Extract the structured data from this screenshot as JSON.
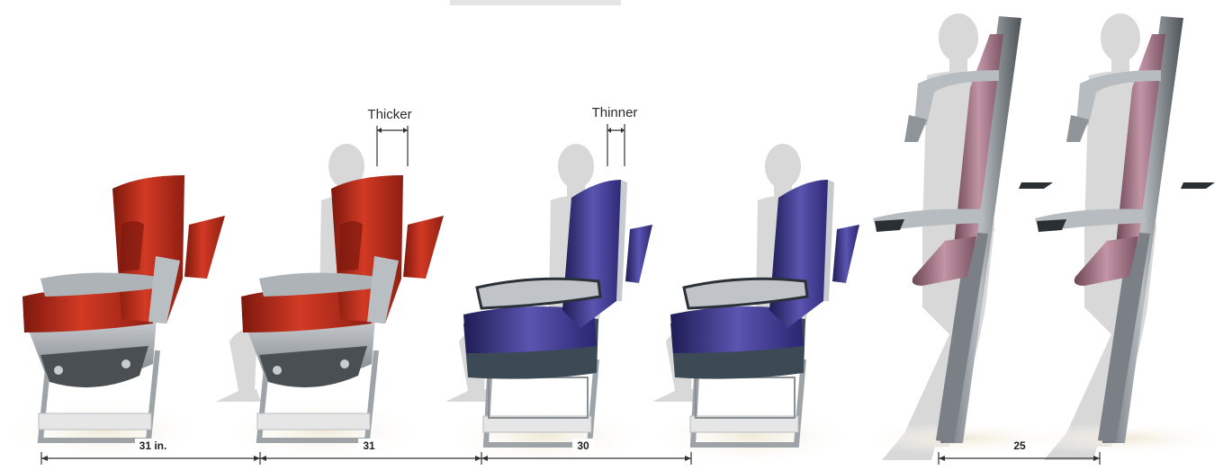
{
  "callouts": {
    "thicker": "Thicker",
    "thinner": "Thinner"
  },
  "measurements": {
    "first": "31 in.",
    "second": "31",
    "third": "30",
    "fourth": "25"
  },
  "colors": {
    "seat_red": "#c0301f",
    "seat_red_dark": "#7d180e",
    "seat_blue": "#3e3a8c",
    "seat_blue_dark": "#1f1c55",
    "silhouette": "#d8d8d8",
    "frame_gray": "#8f9499",
    "frame_light": "#c7cbcf",
    "pad_pink": "#9c6f7e",
    "line": "#333333"
  },
  "icons": [
    "seated-passenger-silhouette",
    "standing-passenger-silhouette"
  ]
}
